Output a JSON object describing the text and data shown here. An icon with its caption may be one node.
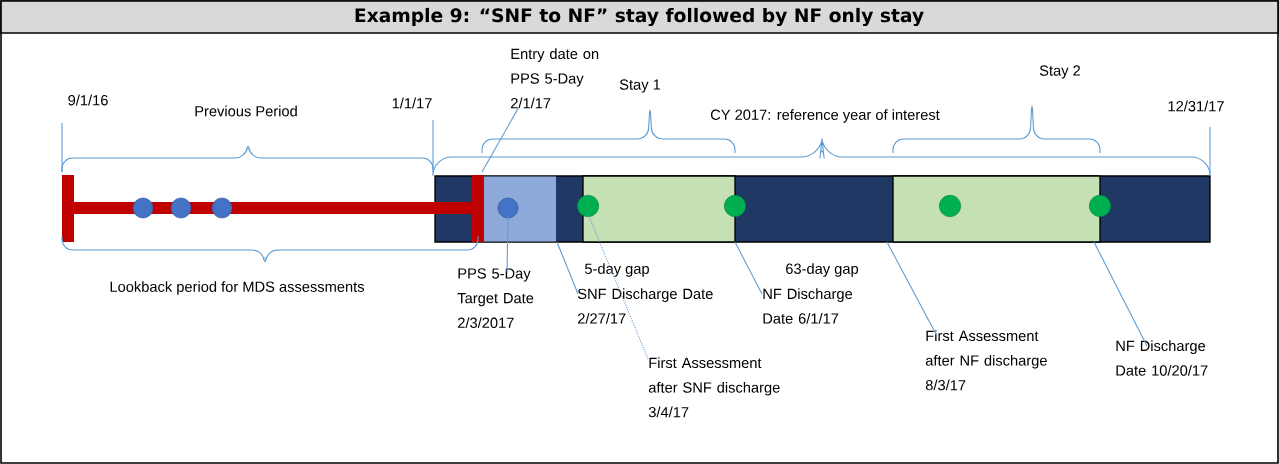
{
  "diagram": {
    "title": "Example 9:  “SNF to NF” stay followed by NF only stay",
    "nodes": [
      {
        "text": [
          "Entry date on PPS 5-Day 2/1/17"
        ]
      },
      {
        "text": [
          "PPS 5-Day Target Date 2/3/2017"
        ]
      },
      {
        "text": [
          "SNF Discharge Date 2/27/17"
        ]
      },
      {
        "text": [
          "First Assessment after SNF discharge 3/4/17"
        ]
      },
      {
        "text": [
          "NF Discharge Date 6/1/17"
        ]
      },
      {
        "text": [
          "First Assessment after NF discharge 8/3/17"
        ]
      },
      {
        "text": [
          "NF Discharge Date 10/20/17"
        ]
      }
    ],
    "edges": [
      {
        "from": 0,
        "to": null,
        "arrow": "none"
      },
      {
        "from": 1,
        "to": null,
        "arrow": "none"
      },
      {
        "from": 2,
        "to": null,
        "arrow": "none"
      },
      {
        "from": 3,
        "to": null,
        "arrow": "none",
        "style": "dashed"
      },
      {
        "from": 4,
        "to": null,
        "arrow": "none"
      },
      {
        "from": 5,
        "to": null,
        "arrow": "none"
      },
      {
        "from": 6,
        "to": null,
        "arrow": "none"
      }
    ],
    "labels": [
      "9/1/16",
      "Previous Period",
      "1/1/17",
      "Stay 1",
      "CY 2017: reference year of interest",
      "Stay 2",
      "12/31/17",
      "Lookback period for MDS assessments",
      "5-day gap",
      "63-day gap"
    ]
  }
}
